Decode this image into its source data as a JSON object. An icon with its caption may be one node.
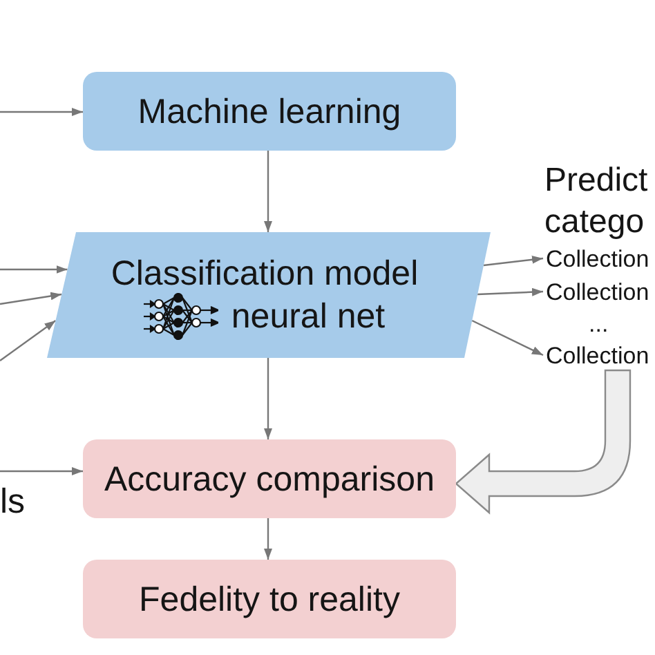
{
  "diagram": {
    "nodes": [
      {
        "text": [
          "Machine learning"
        ]
      },
      {
        "text": [
          "Classification model",
          "neural net"
        ]
      },
      {
        "text": [
          "Accuracy comparison"
        ]
      },
      {
        "text": [
          "Fedelity to reality"
        ]
      },
      {
        "text": [
          "Collection"
        ]
      },
      {
        "text": [
          "Collection"
        ]
      },
      {
        "text": [
          "Collection"
        ]
      }
    ],
    "edges": [
      {
        "from": null,
        "to": 0,
        "arrow": "to"
      },
      {
        "from": 0,
        "to": 1,
        "arrow": "to"
      },
      {
        "from": null,
        "to": 1,
        "arrow": "to"
      },
      {
        "from": null,
        "to": 1,
        "arrow": "to"
      },
      {
        "from": null,
        "to": 1,
        "arrow": "to"
      },
      {
        "from": 1,
        "to": 4,
        "arrow": "to"
      },
      {
        "from": 1,
        "to": 5,
        "arrow": "to"
      },
      {
        "from": 1,
        "to": 6,
        "arrow": "to"
      },
      {
        "from": 1,
        "to": 2,
        "arrow": "to"
      },
      {
        "from": null,
        "to": 2,
        "arrow": "to"
      },
      {
        "from": 2,
        "to": 3,
        "arrow": "to"
      },
      {
        "from": 6,
        "to": 2,
        "arrow": "to",
        "style": "thick"
      }
    ],
    "labels": [
      "Predict catego",
      "...",
      "ls"
    ]
  }
}
